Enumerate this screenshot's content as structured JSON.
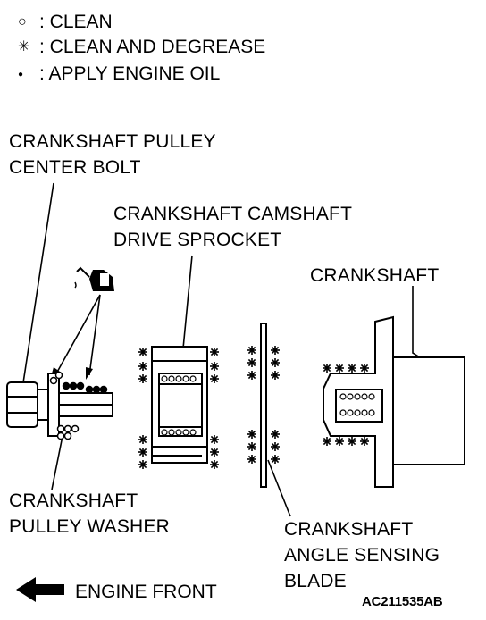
{
  "legend": {
    "items": [
      {
        "symbol": "○",
        "text": ": CLEAN",
        "icon": "open-circle-icon"
      },
      {
        "symbol": "✳",
        "text": ": CLEAN AND DEGREASE",
        "icon": "asterisk-icon"
      },
      {
        "symbol": "●",
        "text": ": APPLY ENGINE OIL",
        "icon": "filled-dot-icon"
      }
    ]
  },
  "labels": {
    "pulley_bolt": [
      "CRANKSHAFT PULLEY",
      "CENTER BOLT"
    ],
    "sprocket": [
      "CRANKSHAFT CAMSHAFT",
      "DRIVE SPROCKET"
    ],
    "crankshaft": "CRANKSHAFT",
    "pulley_washer": [
      "CRANKSHAFT",
      "PULLEY WASHER"
    ],
    "angle_blade": [
      "CRANKSHAFT",
      "ANGLE SENSING",
      "BLADE"
    ]
  },
  "footer": {
    "engine_front": "ENGINE FRONT",
    "figure_code": "AC211535AB"
  }
}
